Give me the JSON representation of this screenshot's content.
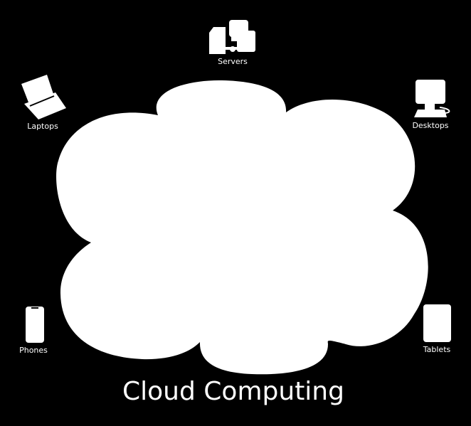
{
  "colors": {
    "background": "#000000",
    "foreground": "#ffffff"
  },
  "diagram": {
    "title": "Cloud Computing",
    "center_shape": "cloud",
    "nodes": [
      {
        "id": "servers",
        "label": "Servers",
        "icon": "servers-icon"
      },
      {
        "id": "laptops",
        "label": "Laptops",
        "icon": "laptop-icon"
      },
      {
        "id": "desktops",
        "label": "Desktops",
        "icon": "desktop-icon"
      },
      {
        "id": "phones",
        "label": "Phones",
        "icon": "phone-icon"
      },
      {
        "id": "tablets",
        "label": "Tablets",
        "icon": "tablet-icon"
      }
    ]
  }
}
